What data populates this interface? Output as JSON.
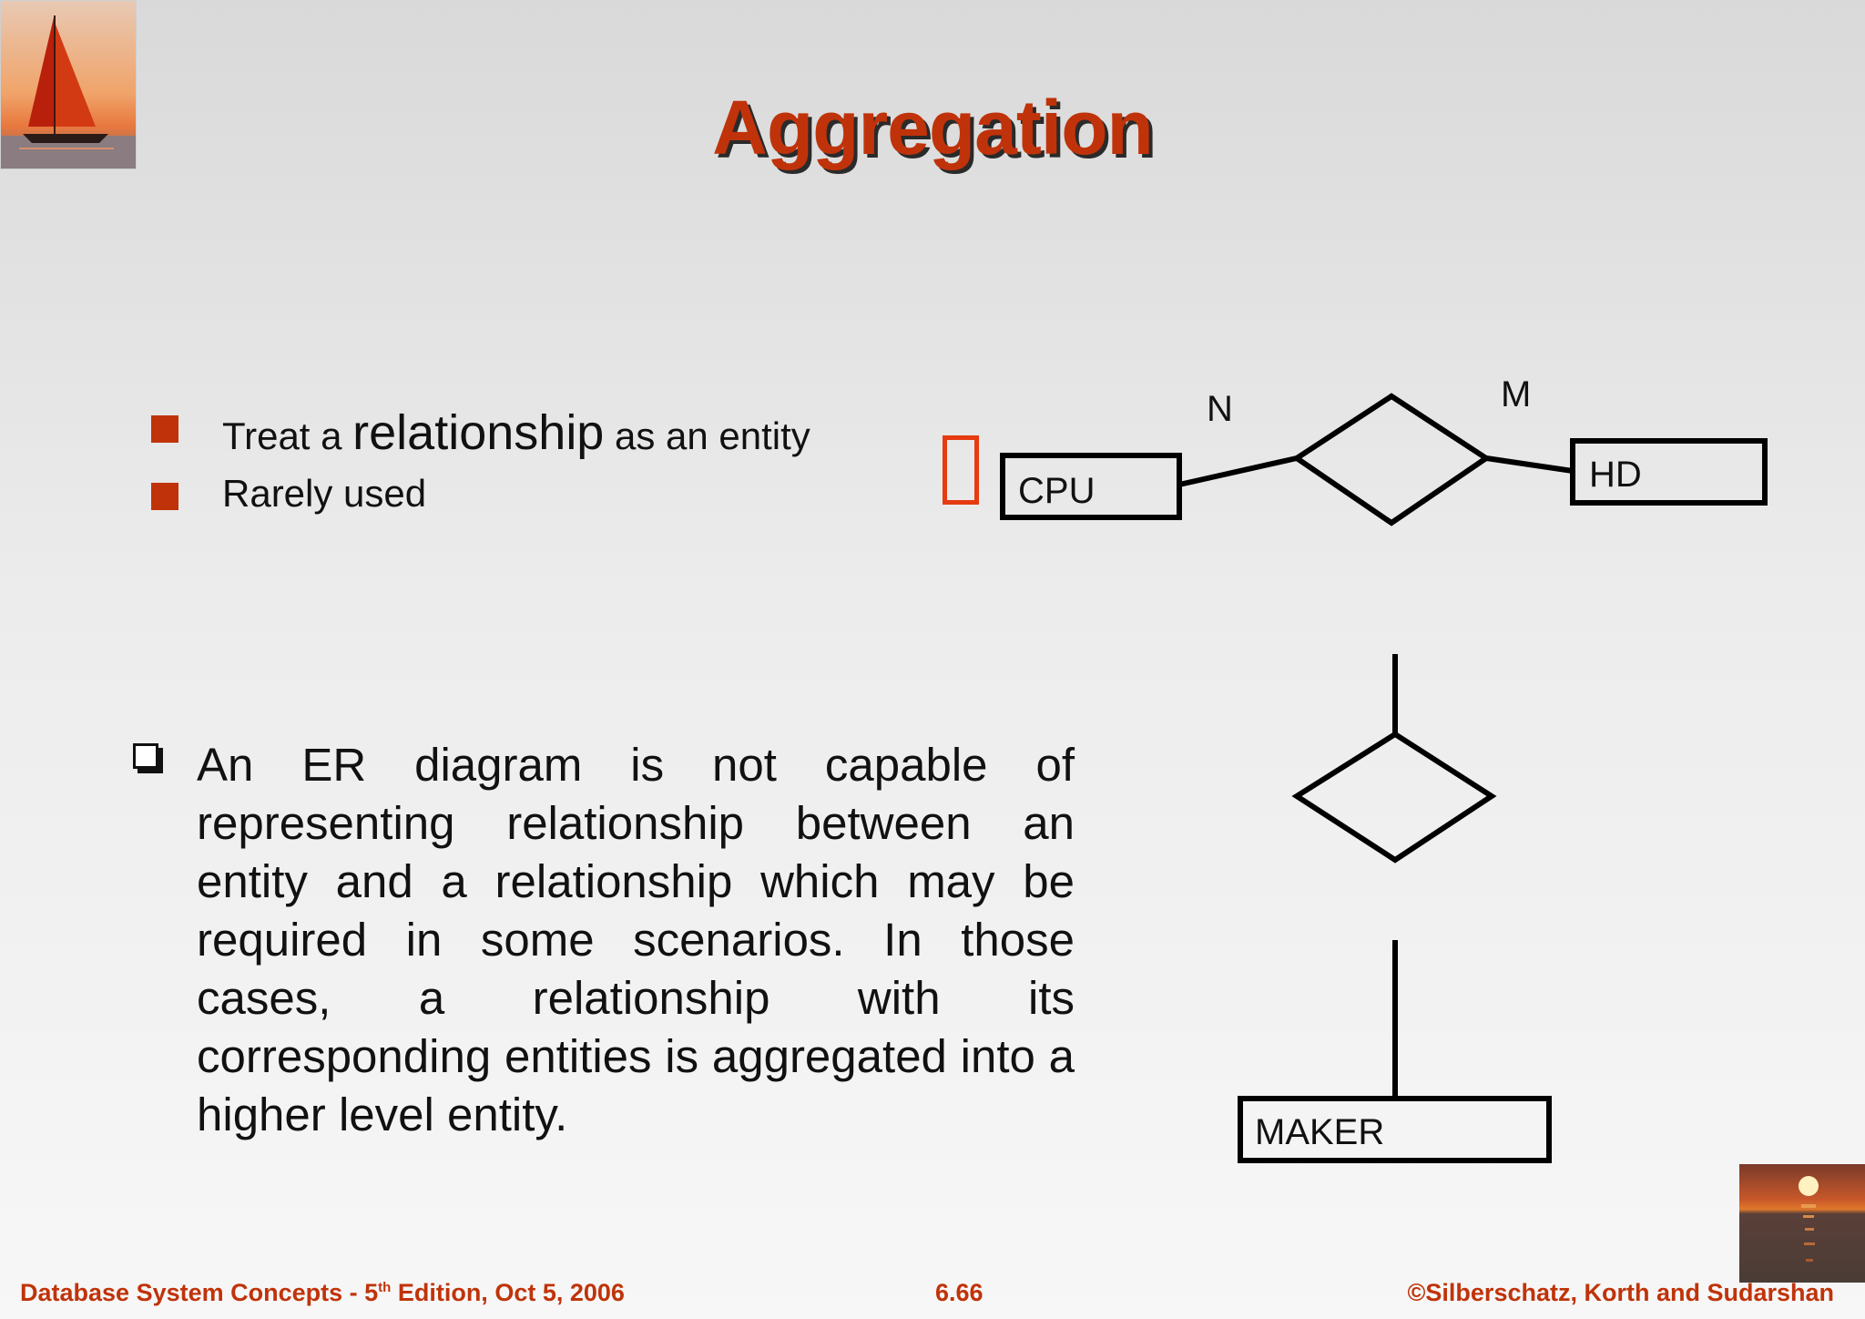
{
  "slide": {
    "title": "Aggregation",
    "bullets": [
      {
        "pre": "Treat a ",
        "emph": "relationship",
        "post": " as an entity"
      },
      {
        "text": "Rarely used"
      }
    ],
    "paragraph": "An ER diagram is not capable of representing relationship between an entity and a relationship which may be required in some scenarios. In those cases, a relationship with its corresponding entities is aggregated into a higher level entity."
  },
  "diagram": {
    "entities": {
      "cpu": "CPU",
      "hd": "HD",
      "maker": "MAKER"
    },
    "cardinality": {
      "left": "N",
      "right": "M"
    }
  },
  "footer": {
    "left_pre": "Database System Concepts - 5",
    "left_sup": "th",
    "left_post": " Edition, Oct 5, 2006",
    "page": "6.66",
    "right": "©Silberschatz, Korth and Sudarshan"
  },
  "colors": {
    "accent": "#c0330a",
    "text": "#111111"
  }
}
